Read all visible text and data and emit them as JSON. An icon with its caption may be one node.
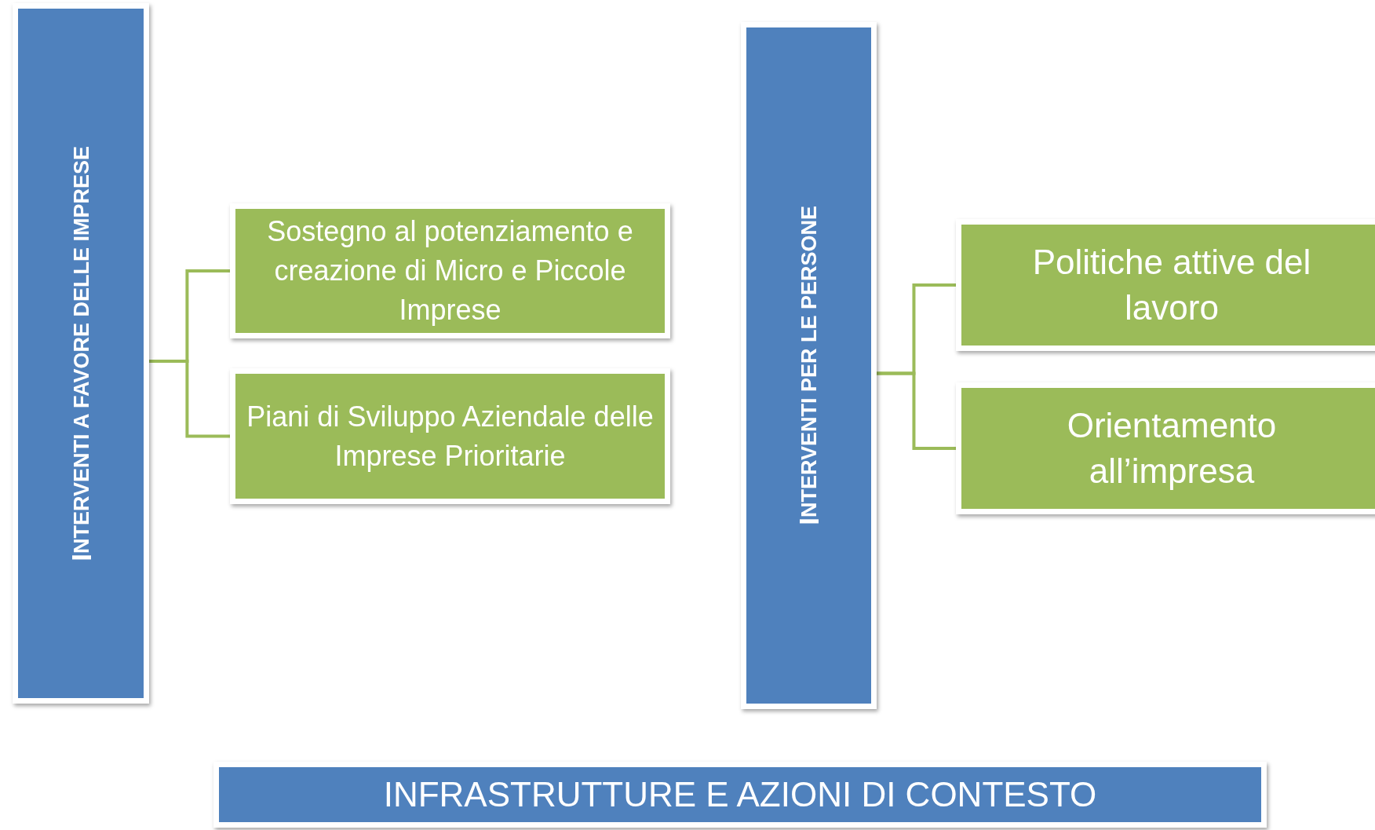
{
  "diagram": {
    "nodes": [
      {
        "text": [
          "INTERVENTI A FAVORE DELLE IMPRESE"
        ]
      },
      {
        "text": [
          "Sostegno al potenziamento e creazione di Micro e Piccole Imprese"
        ]
      },
      {
        "text": [
          "Piani di Sviluppo Aziendale delle Imprese Prioritarie"
        ]
      },
      {
        "text": [
          "INTERVENTI PER LE PERSONE"
        ]
      },
      {
        "text": [
          "Politiche attive del lavoro"
        ]
      },
      {
        "text": [
          "Orientamento all’impresa"
        ]
      },
      {
        "text": [
          "INFRASTRUTTURE E AZIONI DI CONTESTO"
        ]
      }
    ],
    "edges": [
      {
        "from": 0,
        "to": 1,
        "arrow": "none"
      },
      {
        "from": 0,
        "to": 2,
        "arrow": "none"
      },
      {
        "from": 3,
        "to": 4,
        "arrow": "none"
      },
      {
        "from": 3,
        "to": 5,
        "arrow": "none"
      }
    ]
  }
}
